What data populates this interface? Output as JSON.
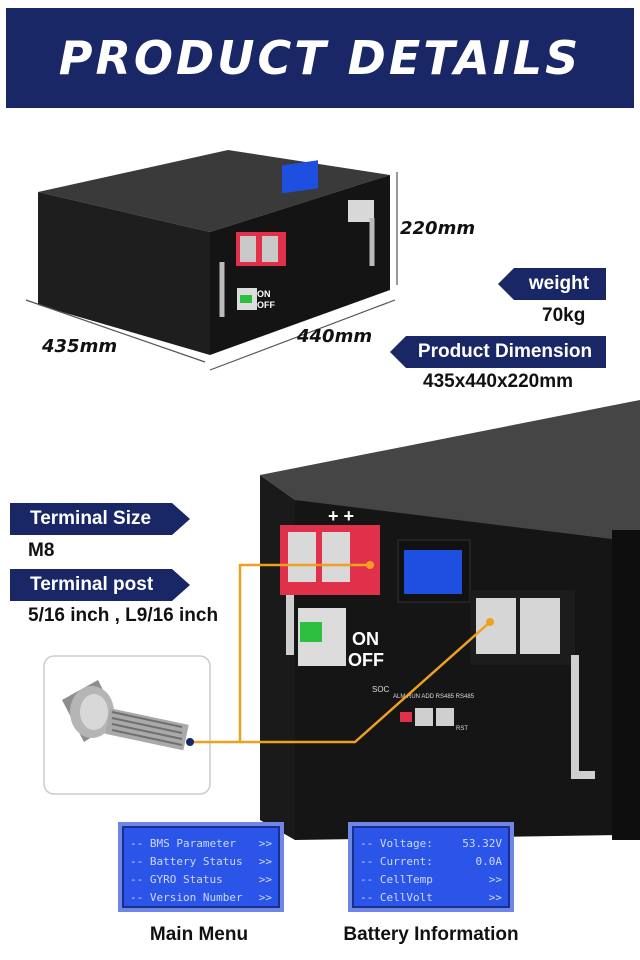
{
  "banner": {
    "title": "PRODUCT DETAILS"
  },
  "dimensions": {
    "height": "220mm",
    "depth": "435mm",
    "width": "440mm"
  },
  "specs": {
    "weight": {
      "label": "weight",
      "value": "70kg"
    },
    "product_dimension": {
      "label": "Product Dimension",
      "value": "435x440x220mm"
    },
    "terminal_size": {
      "label": "Terminal Size",
      "value": "M8"
    },
    "terminal_post": {
      "label": "Terminal post",
      "value": "5/16 inch , L9/16 inch"
    }
  },
  "battery_labels": {
    "plus": "+ +",
    "on": "ON",
    "off": "OFF",
    "soc": "SOC",
    "ports": "ALM RUN ADD RS485 RS485",
    "rst": "RST"
  },
  "main_menu": {
    "caption": "Main Menu",
    "rows": [
      {
        "text": "-- BMS Parameter",
        "value": ">>"
      },
      {
        "text": "-- Battery Status",
        "value": ">>"
      },
      {
        "text": "-- GYRO Status",
        "value": ">>"
      },
      {
        "text": "-- Version Number",
        "value": ">>"
      }
    ]
  },
  "battery_info": {
    "caption": "Battery Information",
    "rows": [
      {
        "text": "-- Voltage:",
        "value": "53.32V"
      },
      {
        "text": "-- Current:",
        "value": "0.0A"
      },
      {
        "text": "-- CellTemp",
        "value": ">>"
      },
      {
        "text": "-- CellVolt",
        "value": ">>"
      }
    ]
  },
  "colors": {
    "navy": "#1a2766",
    "lcd_blue": "#2b55e8",
    "red_terminal": "#e0304a",
    "callout_line": "#f0a020"
  }
}
